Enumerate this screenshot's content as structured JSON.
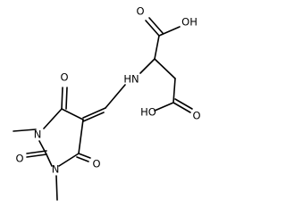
{
  "diagram": {
    "type": "chemical-structure",
    "colors": {
      "stroke": "#000000",
      "background": "#ffffff"
    },
    "labels": {
      "oh_top": "OH",
      "o_top_carbonyl": "O",
      "nh": "HN",
      "oh_bottom": "HO",
      "o_bottom_carbonyl": "O",
      "o_ring_top": "O",
      "n_ring_1": "N",
      "o_ring_c2": "O",
      "n_ring_3": "N",
      "o_ring_bottom": "O"
    }
  }
}
